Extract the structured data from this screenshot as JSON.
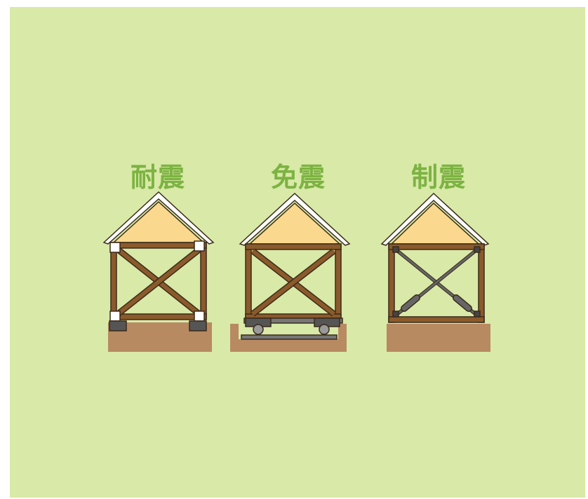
{
  "diagram": {
    "houses": [
      {
        "label": "耐震"
      },
      {
        "label": "免震"
      },
      {
        "label": "制震"
      }
    ]
  },
  "colors": {
    "background": "#d9e9a8",
    "label": "#7cb342",
    "roof_fill": "#fad88d",
    "timber": "#8b5a2b",
    "outline": "#3a2a1a",
    "ground": "#b88a61",
    "device": "#555555"
  }
}
